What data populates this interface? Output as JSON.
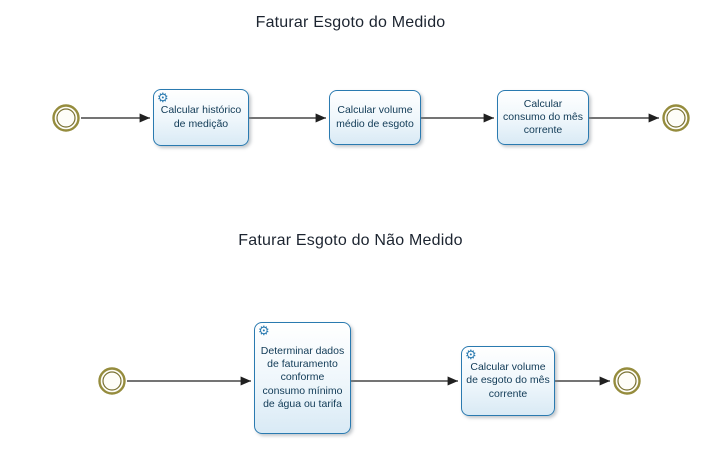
{
  "icons": {
    "service_gear": "⚙"
  },
  "colors": {
    "task_border": "#2a7ab0",
    "task_fill_bottom": "#d9eaf5",
    "event_stroke": "#958c3d",
    "event_inner_stroke": "#7a7233",
    "flow_line": "#202020",
    "title_text": "#1c2430",
    "task_text": "#103a56",
    "gear_icon": "#2a7ab0"
  },
  "diagram": {
    "processes": [
      {
        "title": "Faturar Esgoto do Medido",
        "tasks": [
          {
            "label": "Calcular histórico de medição",
            "icon": "service-gear"
          },
          {
            "label": "Calcular volume médio de esgoto"
          },
          {
            "label": "Calcular consumo do mês corrente"
          }
        ],
        "events": [
          "start-event",
          "end-event"
        ]
      },
      {
        "title": "Faturar Esgoto do Não Medido",
        "tasks": [
          {
            "label": "Determinar dados de faturamento conforme consumo mínimo de água ou tarifa",
            "icon": "service-gear"
          },
          {
            "label": "Calcular volume de esgoto do mês corrente",
            "icon": "service-gear"
          }
        ],
        "events": [
          "start-event",
          "end-event"
        ]
      }
    ]
  }
}
